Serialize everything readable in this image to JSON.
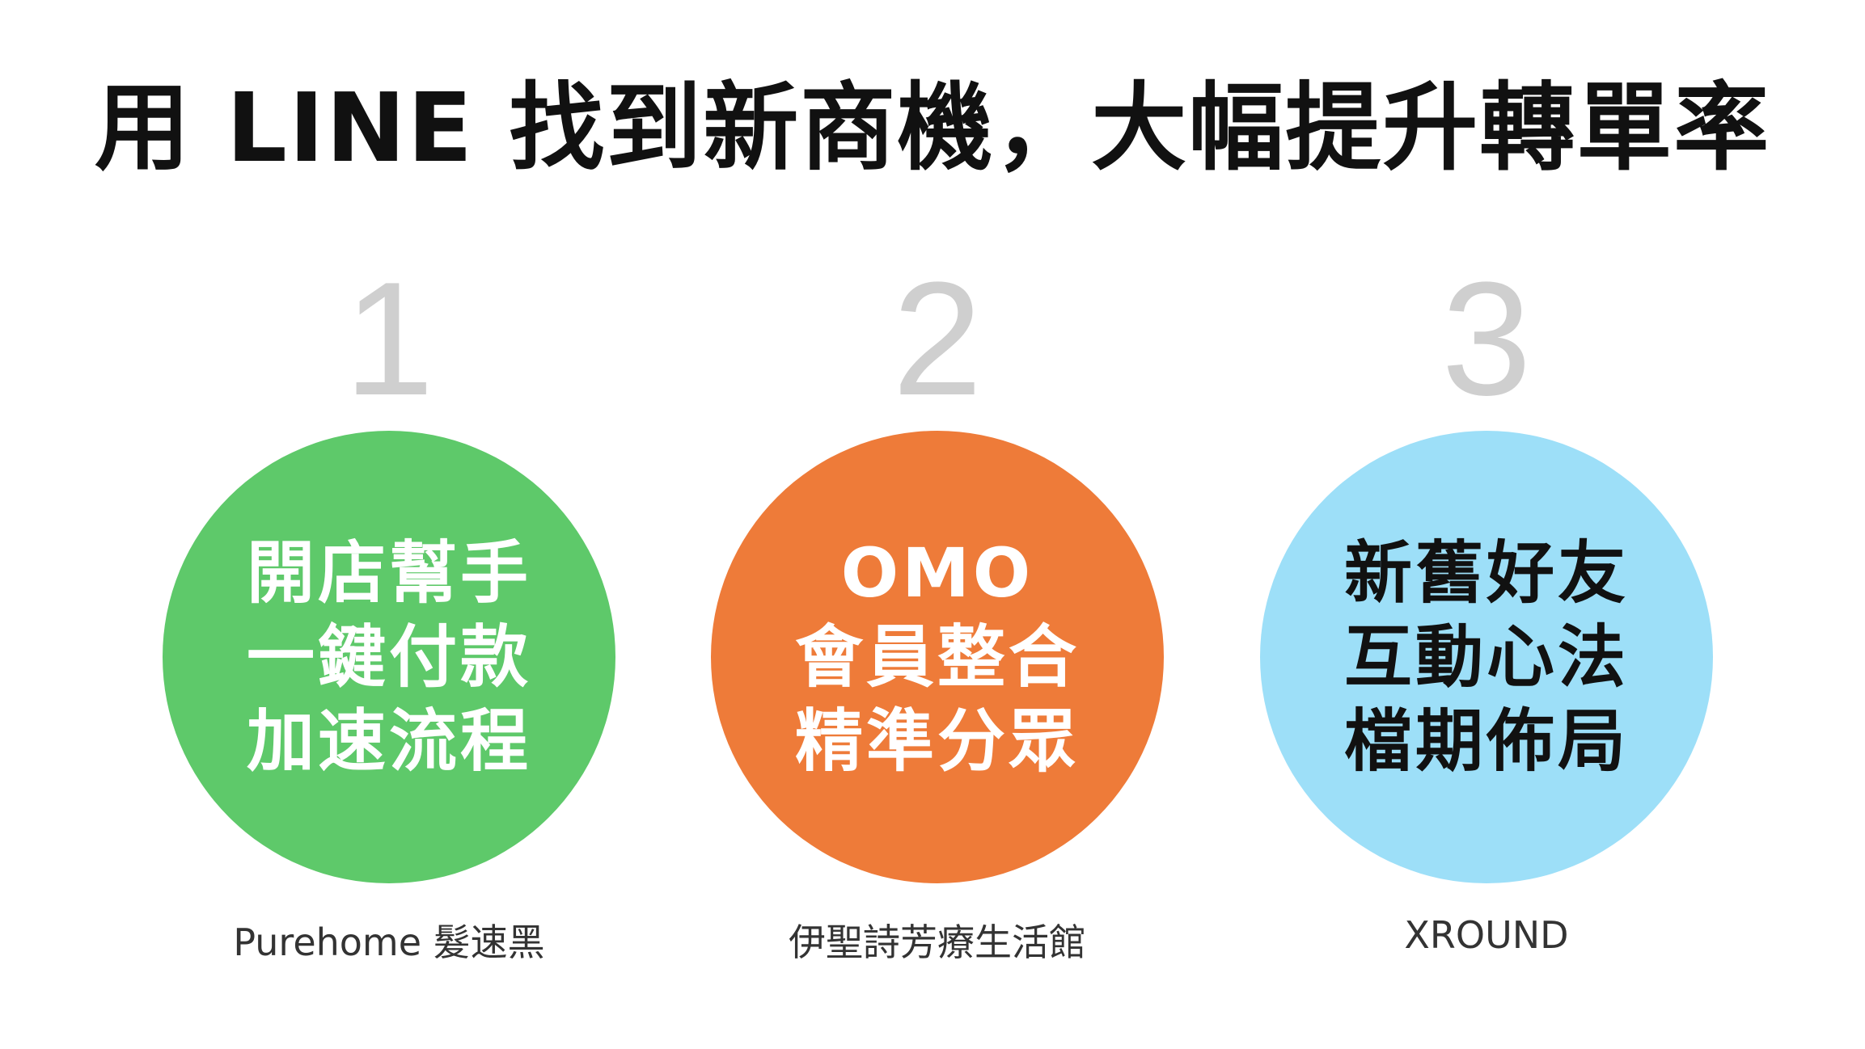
{
  "title": "用 LINE 找到新商機，大幅提升轉單率",
  "cases": [
    {
      "number": "1",
      "lines": [
        "開店幫手",
        "一鍵付款",
        "加速流程"
      ],
      "caption": "Purehome 髮速黑",
      "circle_color": "#5ec96a",
      "text_color": "#ffffff"
    },
    {
      "number": "2",
      "lines": [
        "OMO",
        "會員整合",
        "精準分眾"
      ],
      "caption": "伊聖詩芳療生活館",
      "circle_color": "#ee7b39",
      "text_color": "#ffffff"
    },
    {
      "number": "3",
      "lines": [
        "新舊好友",
        "互動心法",
        "檔期佈局"
      ],
      "caption": "XROUND",
      "circle_color": "#9ddff8",
      "text_color": "#111111"
    }
  ]
}
